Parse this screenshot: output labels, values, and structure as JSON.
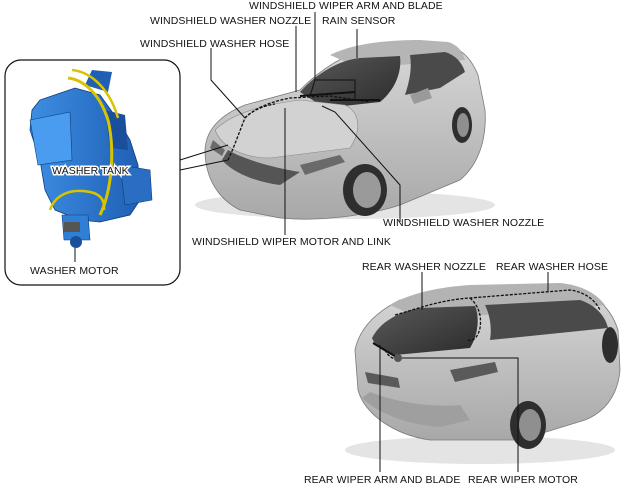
{
  "labels": {
    "windshield_wiper_arm_and_blade": "WINDSHIELD WIPER ARM AND BLADE",
    "windshield_washer_nozzle_top": "WINDSHIELD WASHER NOZZLE",
    "rain_sensor": "RAIN SENSOR",
    "windshield_washer_hose": "WINDSHIELD WASHER HOSE",
    "washer_tank": "WASHER TANK",
    "washer_motor": "WASHER MOTOR",
    "windshield_washer_nozzle_right": "WINDSHIELD WASHER NOZZLE",
    "windshield_wiper_motor_and_link": "WINDSHIELD WIPER MOTOR AND LINK",
    "rear_washer_nozzle": "REAR WASHER NOZZLE",
    "rear_washer_hose": "REAR WASHER HOSE",
    "rear_wiper_arm_and_blade": "REAR WIPER ARM AND BLADE",
    "rear_wiper_motor": "REAR WIPER MOTOR"
  },
  "colors": {
    "tank_blue": "#2f7fd6",
    "tank_dark_blue": "#1a4f9c",
    "hose_yellow": "#d9c400",
    "car_body": "#c9c9c9",
    "car_shadow": "#8d8d8d",
    "glass": "#3a3a3a"
  }
}
